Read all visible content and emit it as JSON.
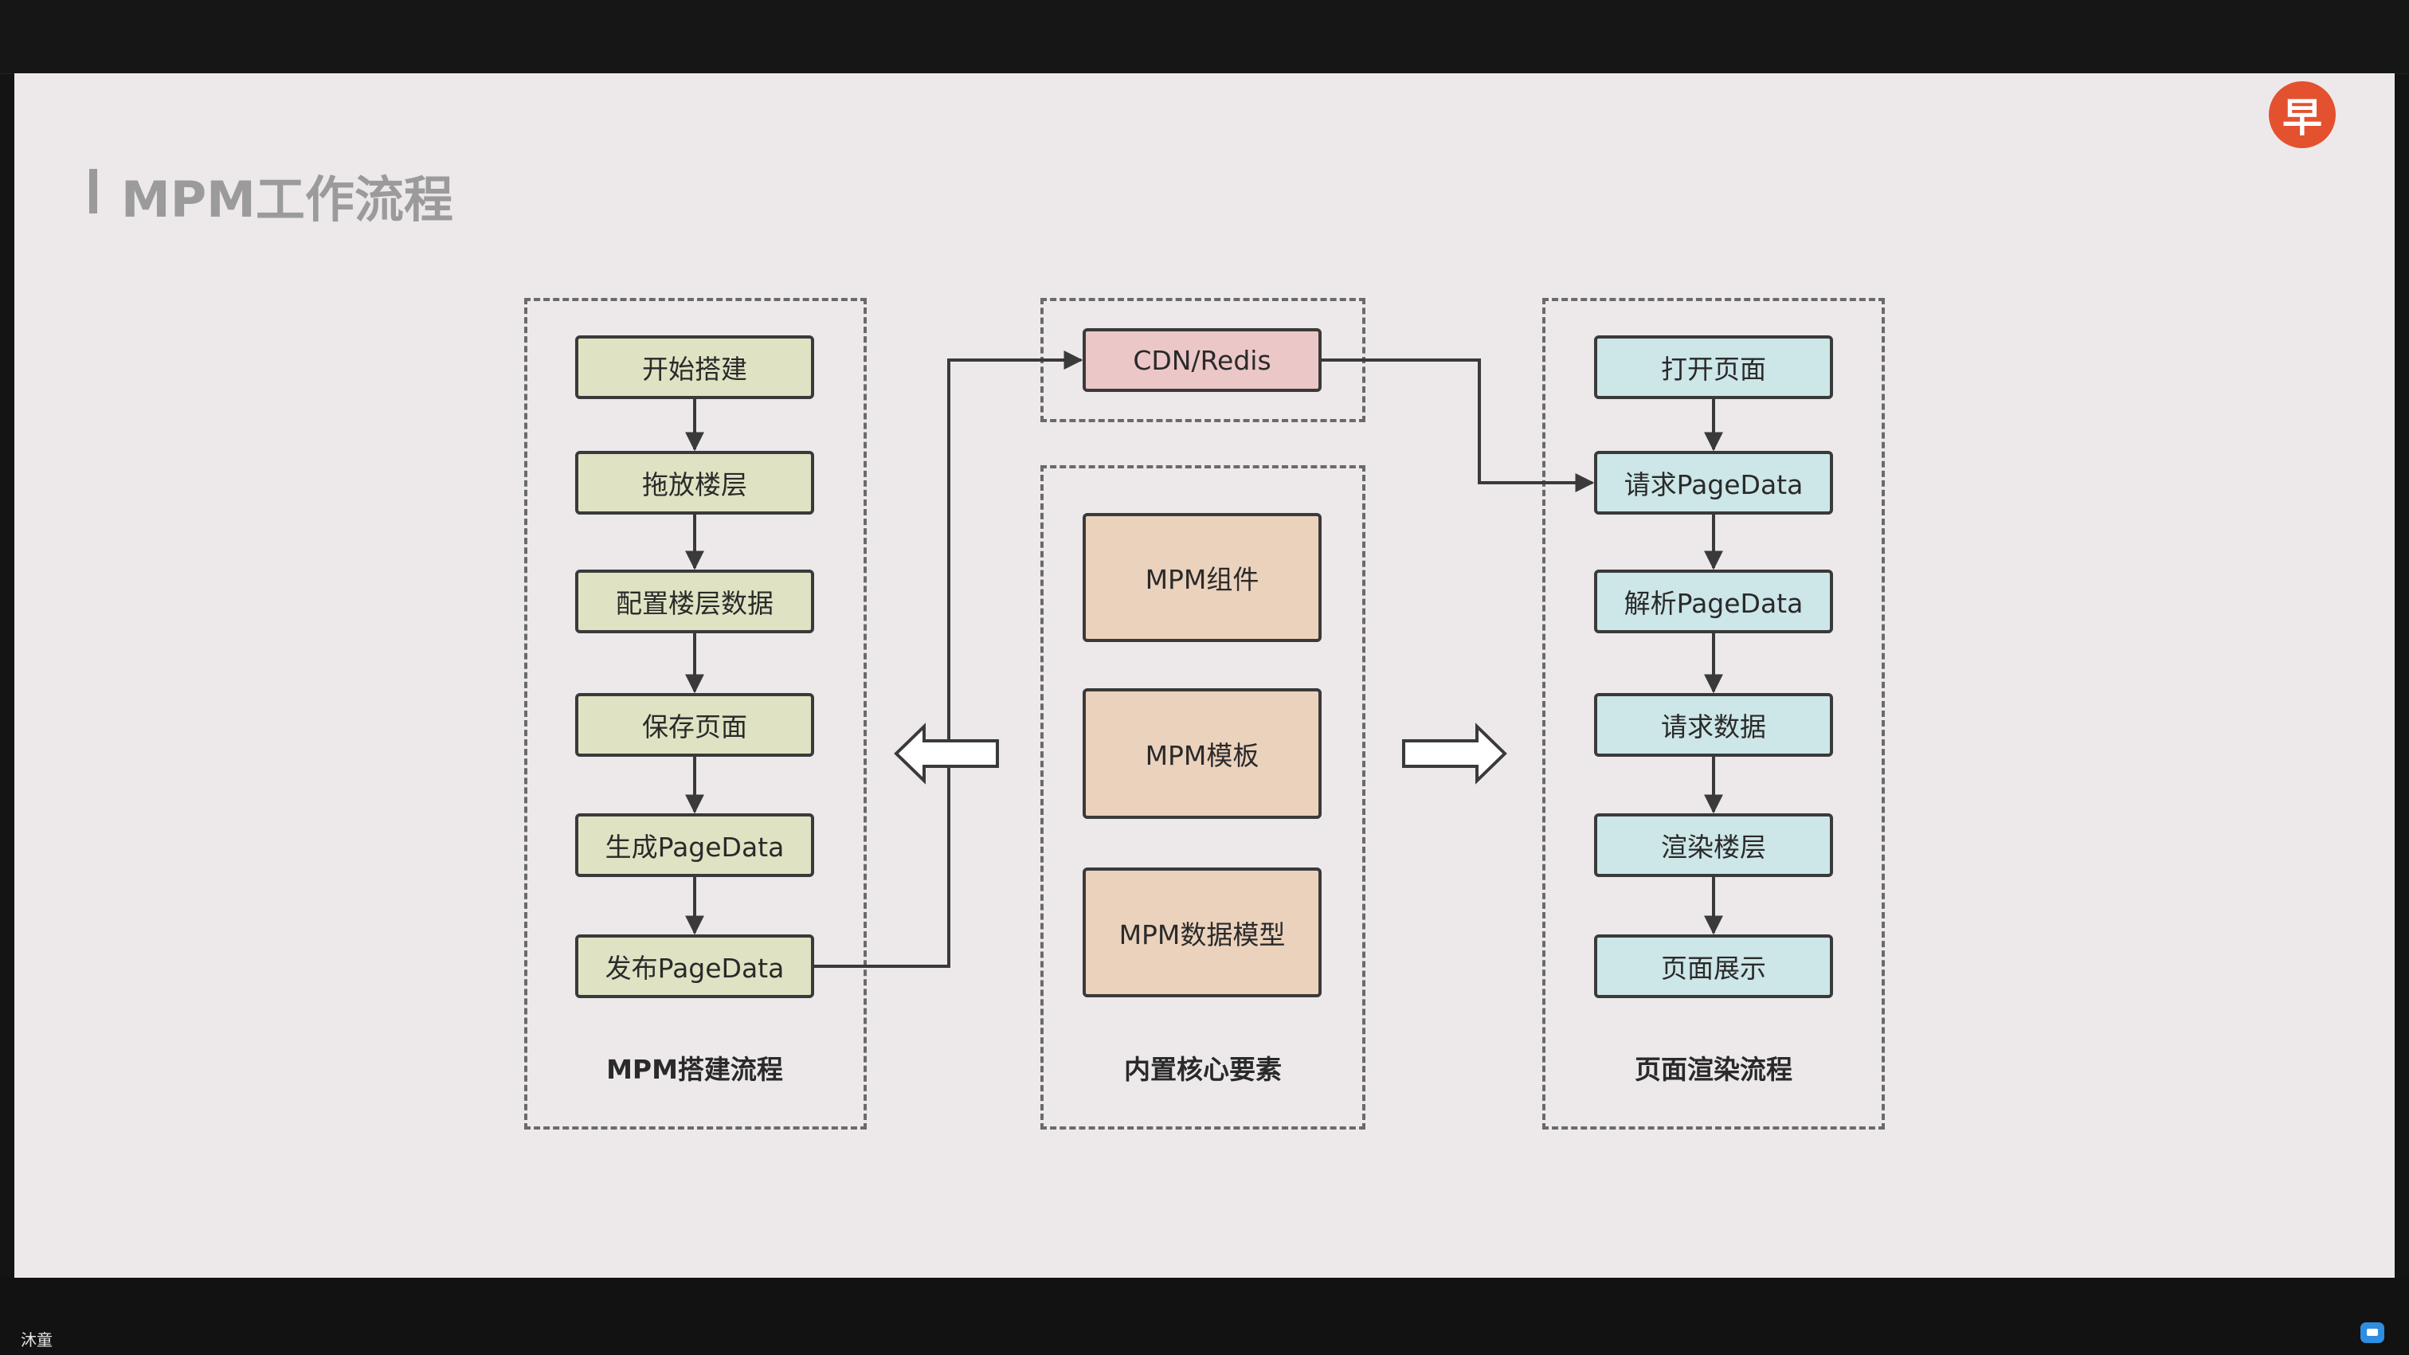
{
  "slide": {
    "title": "MPM工作流程"
  },
  "groups": {
    "build": {
      "label": "MPM搭建流程",
      "steps": [
        "开始搭建",
        "拖放楼层",
        "配置楼层数据",
        "保存页面",
        "生成PageData",
        "发布PageData"
      ]
    },
    "core": {
      "label": "内置核心要素",
      "store": "CDN/Redis",
      "elements": [
        "MPM组件",
        "MPM模板",
        "MPM数据模型"
      ]
    },
    "render": {
      "label": "页面渲染流程",
      "steps": [
        "打开页面",
        "请求PageData",
        "解析PageData",
        "请求数据",
        "渲染楼层",
        "页面展示"
      ]
    }
  },
  "overlay": {
    "logo_text": "早",
    "presenter_name": "沐童"
  },
  "colors": {
    "build_fill": "#dfe3c3",
    "render_fill": "#cde6e8",
    "store_fill": "#ecc7c7",
    "core_fill": "#ebd2bd",
    "logo": "#e4512f"
  }
}
